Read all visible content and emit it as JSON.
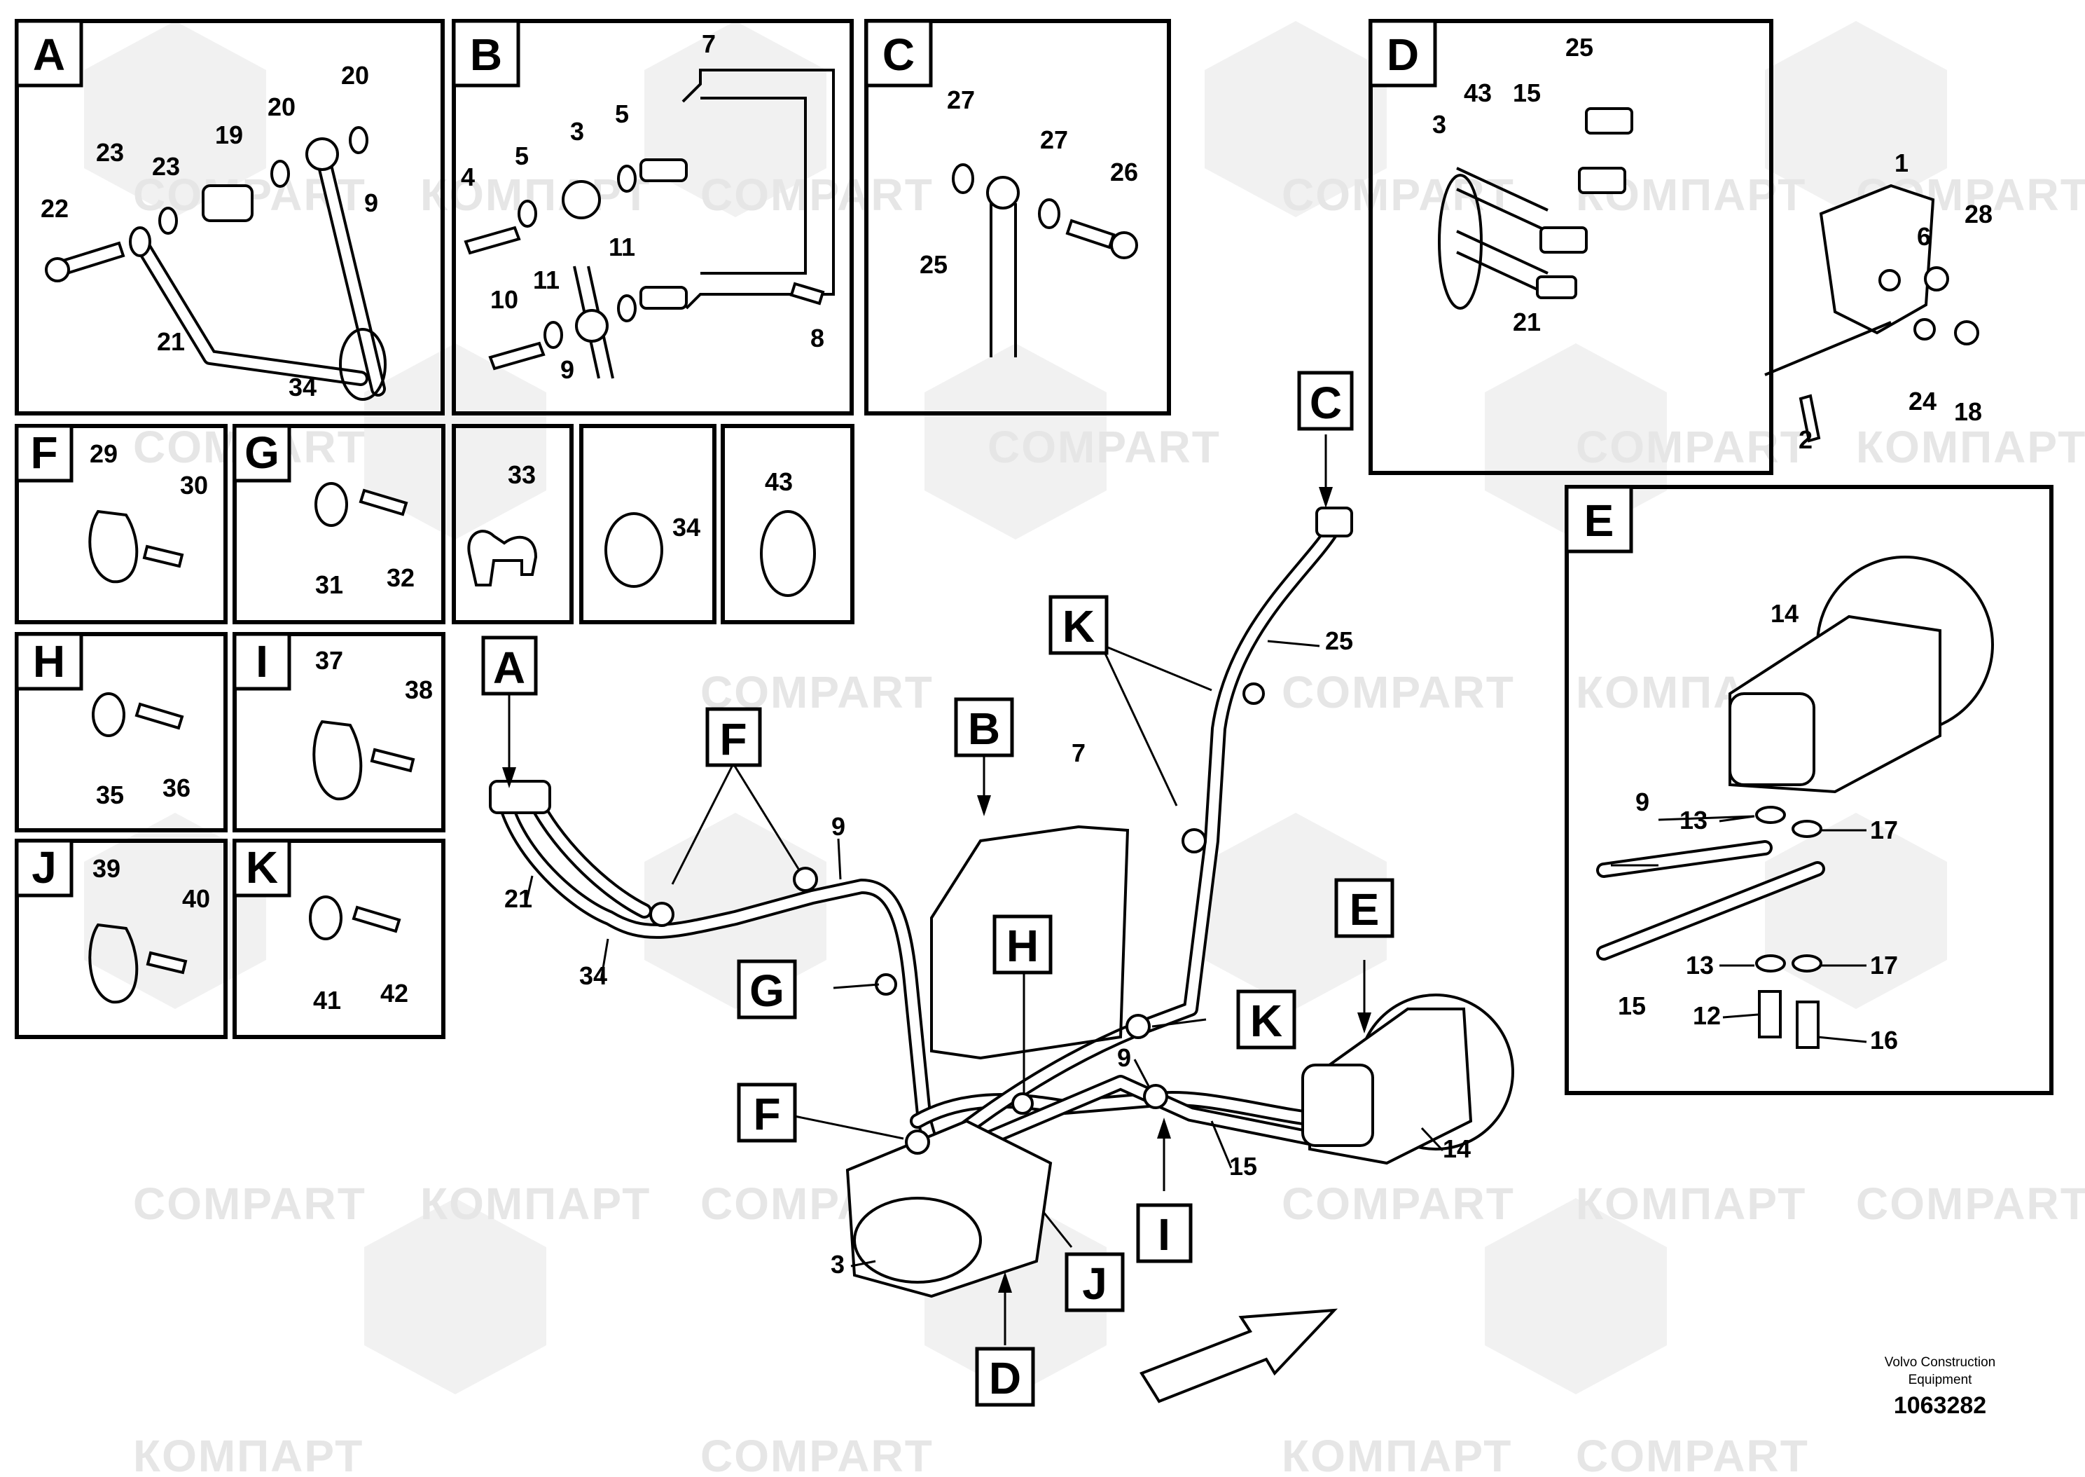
{
  "diagram": {
    "watermark_latin": "COMPART",
    "watermark_cyrillic": "КОМПАРТ",
    "manufacturer_line1": "Volvo Construction",
    "manufacturer_line2": "Equipment",
    "document_number": "1063282"
  },
  "panels": {
    "A": {
      "letter": "A",
      "parts": [
        "22",
        "23",
        "23",
        "19",
        "20",
        "20",
        "9",
        "21",
        "34"
      ]
    },
    "B": {
      "letter": "B",
      "parts": [
        "7",
        "3",
        "5",
        "5",
        "4",
        "11",
        "10",
        "11",
        "9",
        "8"
      ]
    },
    "C": {
      "letter": "C",
      "parts": [
        "27",
        "27",
        "26",
        "25"
      ]
    },
    "D": {
      "letter": "D",
      "parts": [
        "25",
        "43",
        "15",
        "3",
        "1",
        "28",
        "6",
        "21",
        "24",
        "18",
        "2"
      ]
    },
    "F": {
      "letter": "F",
      "parts": [
        "29",
        "30"
      ]
    },
    "G": {
      "letter": "G",
      "parts": [
        "31",
        "32"
      ]
    },
    "clip33": {
      "parts": [
        "33"
      ]
    },
    "clip34": {
      "parts": [
        "34"
      ]
    },
    "clip43": {
      "parts": [
        "43"
      ]
    },
    "H": {
      "letter": "H",
      "parts": [
        "35",
        "36"
      ]
    },
    "I": {
      "letter": "I",
      "parts": [
        "37",
        "38"
      ]
    },
    "J": {
      "letter": "J",
      "parts": [
        "39",
        "40"
      ]
    },
    "K": {
      "letter": "K",
      "parts": [
        "41",
        "42"
      ]
    },
    "E": {
      "letter": "E",
      "parts": [
        "14",
        "9",
        "13",
        "17",
        "15",
        "13",
        "17",
        "12",
        "16"
      ]
    }
  },
  "main": {
    "tags": [
      "A",
      "F",
      "B",
      "C",
      "K",
      "K",
      "G",
      "H",
      "F",
      "E",
      "I",
      "J",
      "D"
    ],
    "parts": [
      "21",
      "34",
      "9",
      "7",
      "25",
      "9",
      "15",
      "14",
      "3"
    ]
  }
}
